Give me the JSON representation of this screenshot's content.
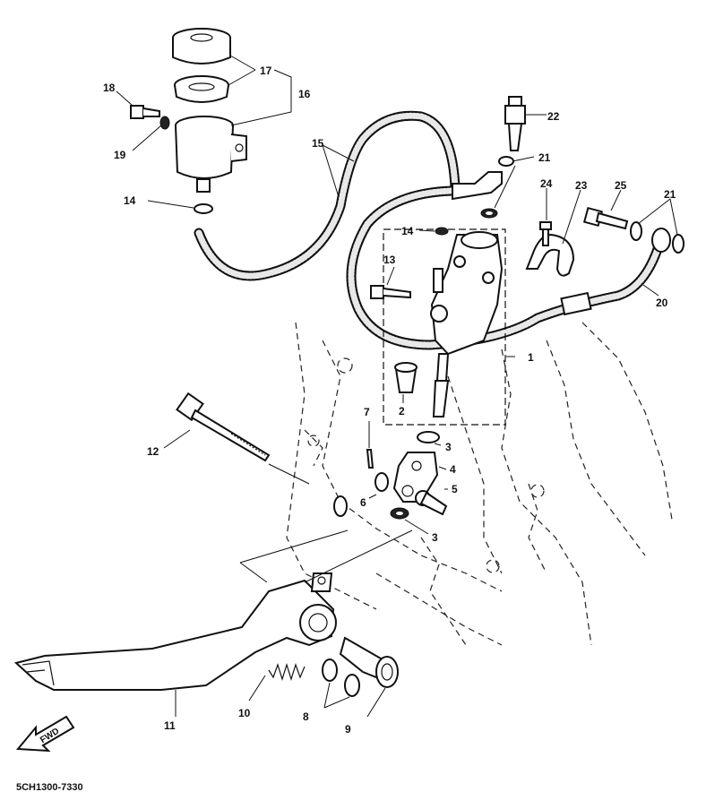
{
  "diagram": {
    "code": "5CH1300-7330",
    "direction_label": "FWD",
    "callouts": [
      {
        "id": "1",
        "text": "1"
      },
      {
        "id": "2",
        "text": "2"
      },
      {
        "id": "3a",
        "text": "3"
      },
      {
        "id": "3b",
        "text": "3"
      },
      {
        "id": "4",
        "text": "4"
      },
      {
        "id": "5",
        "text": "5"
      },
      {
        "id": "6",
        "text": "6"
      },
      {
        "id": "7",
        "text": "7"
      },
      {
        "id": "8",
        "text": "8"
      },
      {
        "id": "9",
        "text": "9"
      },
      {
        "id": "10",
        "text": "10"
      },
      {
        "id": "11",
        "text": "11"
      },
      {
        "id": "12",
        "text": "12"
      },
      {
        "id": "13",
        "text": "13"
      },
      {
        "id": "14a",
        "text": "14"
      },
      {
        "id": "14b",
        "text": "14"
      },
      {
        "id": "15",
        "text": "15"
      },
      {
        "id": "16",
        "text": "16"
      },
      {
        "id": "17",
        "text": "17"
      },
      {
        "id": "18",
        "text": "18"
      },
      {
        "id": "19",
        "text": "19"
      },
      {
        "id": "20",
        "text": "20"
      },
      {
        "id": "21a",
        "text": "21"
      },
      {
        "id": "21b",
        "text": "21"
      },
      {
        "id": "22",
        "text": "22"
      },
      {
        "id": "23",
        "text": "23"
      },
      {
        "id": "24",
        "text": "24"
      },
      {
        "id": "25",
        "text": "25"
      }
    ]
  }
}
